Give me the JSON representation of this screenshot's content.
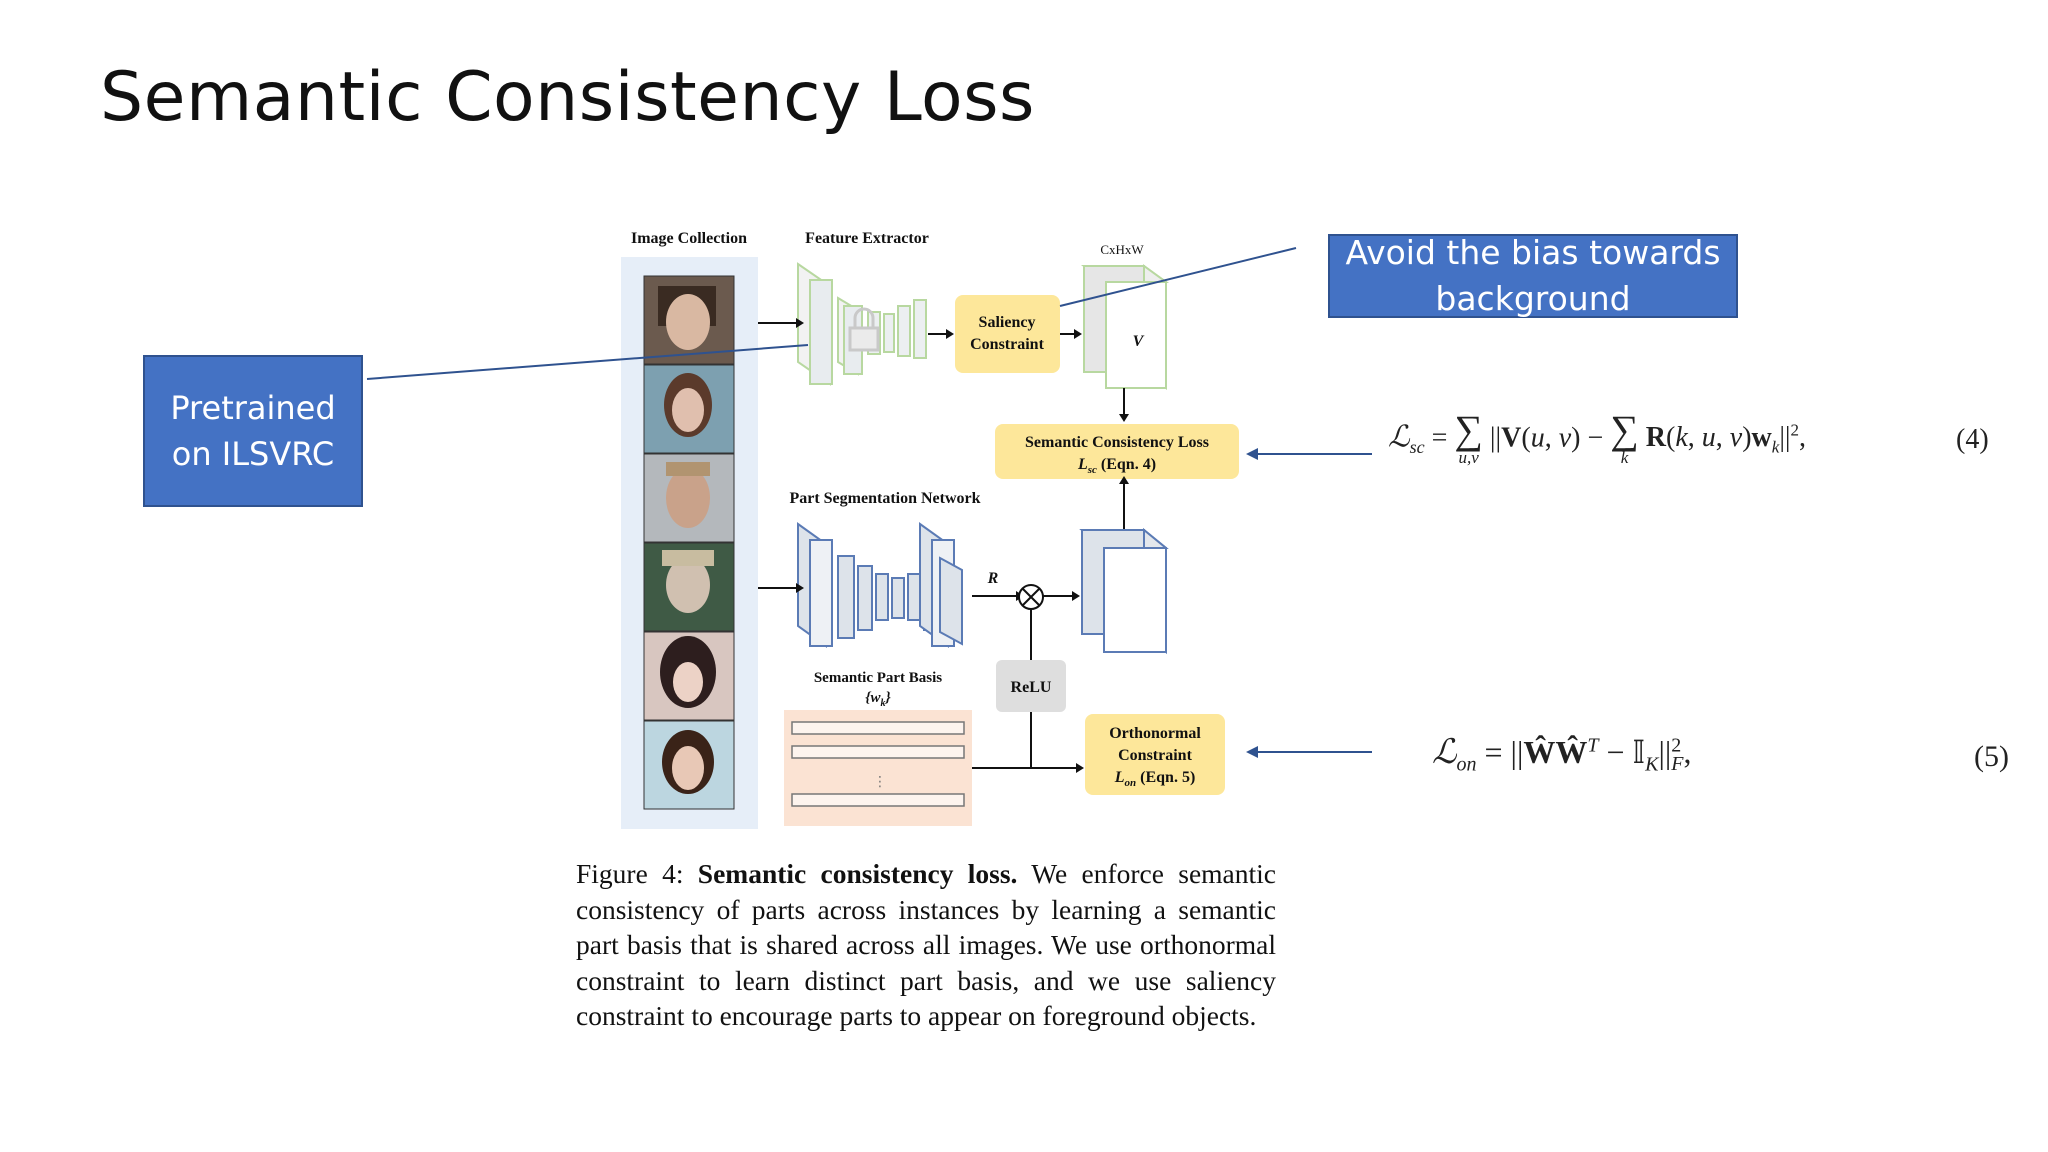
{
  "title": "Semantic Consistency Loss",
  "callouts": {
    "left_line1": "Pretrained",
    "left_line2": "on ILSVRC",
    "right_line1": "Avoid the bias towards",
    "right_line2": "background"
  },
  "diagram": {
    "image_collection": "Image Collection",
    "feature_extractor": "Feature Extractor",
    "chw": "CxHxW",
    "v_label": "V",
    "saliency_line1": "Saliency",
    "saliency_line2": "Constraint",
    "scl_line1": "Semantic Consistency Loss",
    "scl_line2": "L",
    "scl_sub": "sc",
    "scl_eqn": " (Eqn. 4)",
    "part_seg": "Part Segmentation Network",
    "r_label": "R",
    "relu": "ReLU",
    "basis_line1": "Semantic Part Basis",
    "basis_line2": "{w",
    "basis_sub": "k",
    "basis_close": "}",
    "ortho_line1": "Orthonormal",
    "ortho_line2": "Constraint",
    "ortho_line3": "L",
    "ortho_sub": "on",
    "ortho_eqn": " (Eqn. 5)",
    "dots": "⋮"
  },
  "caption": {
    "prefix": "Figure 4: ",
    "bold": "Semantic consistency loss.",
    "text": " We enforce semantic consistency of parts across instances by learning a semantic part basis that is shared across all images. We use orthonormal constraint to learn distinct part basis, and we use saliency constraint to encourage parts to appear on foreground objects."
  },
  "equations": {
    "eq4_num": "(4)",
    "eq5_num": "(5)"
  },
  "colors": {
    "callout_fill": "#4472c4",
    "callout_border": "#2f528f",
    "yellow_box": "#fde79a",
    "green_outline": "#b8d8a0",
    "blue_net": "#5b7bb5",
    "basis_fill": "#fbe3d3"
  }
}
